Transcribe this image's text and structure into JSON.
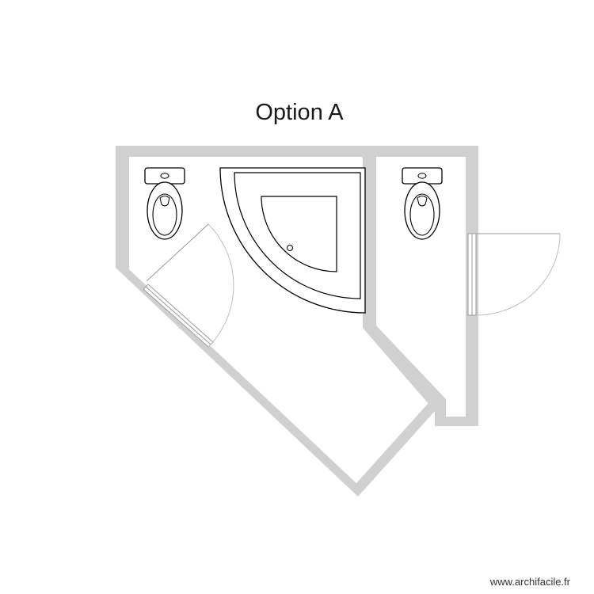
{
  "plan": {
    "title": "Option A",
    "credit": "www.archifacile.fr",
    "fixtures": [
      {
        "kind": "toilet",
        "icon": "toilet-icon"
      },
      {
        "kind": "toilet",
        "icon": "toilet-icon"
      },
      {
        "kind": "corner-shower",
        "icon": "corner-shower-icon"
      },
      {
        "kind": "door",
        "icon": "door-swing-icon"
      },
      {
        "kind": "door",
        "icon": "door-swing-icon"
      }
    ],
    "colors": {
      "wall": "#d0d0d0",
      "outline": "#000000",
      "swing": "#bfbfbf",
      "background": "#ffffff"
    }
  }
}
